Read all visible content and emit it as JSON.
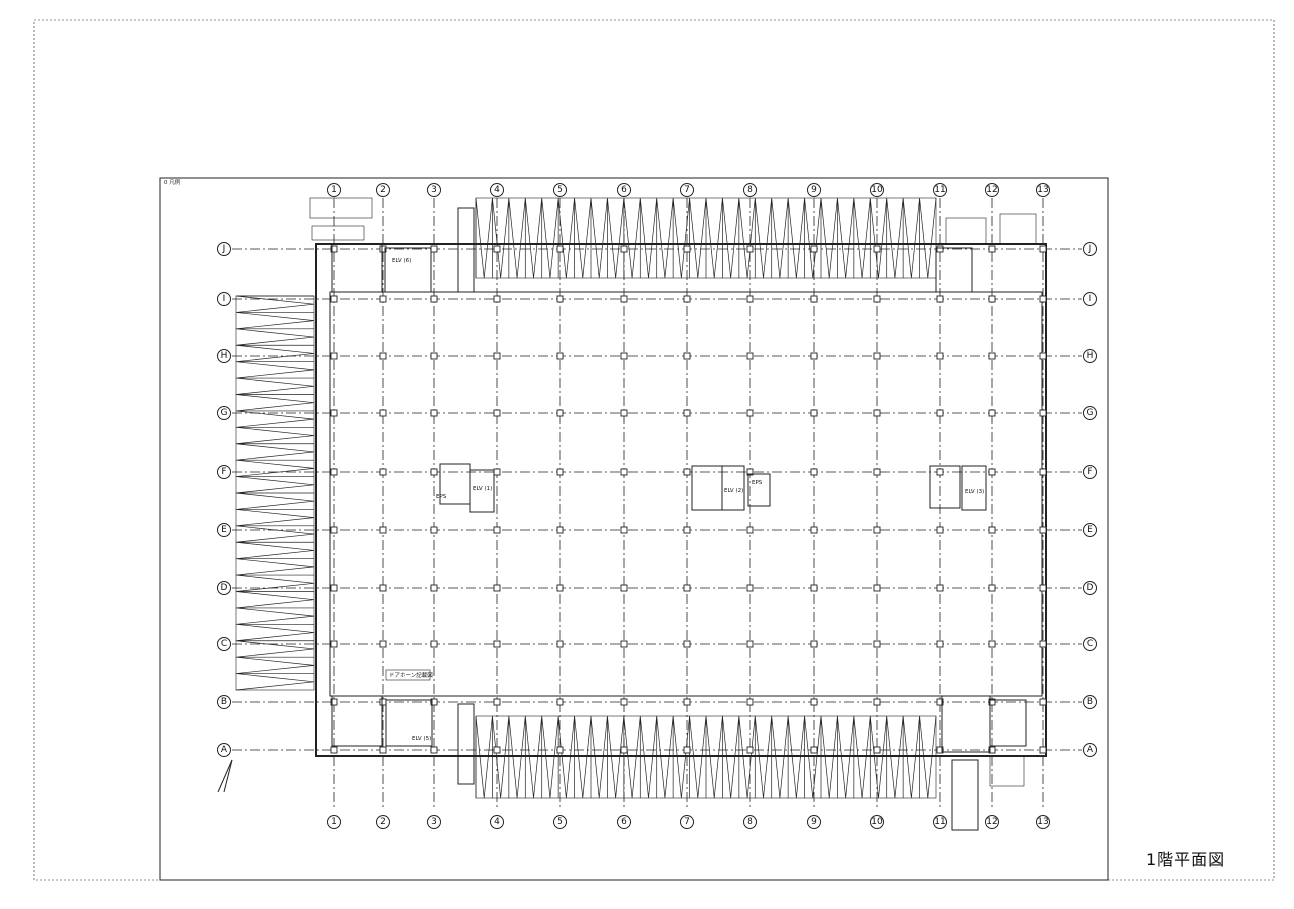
{
  "drawing": {
    "sheet_title": "1階平面図",
    "corner_note": "0 凡例",
    "column_axes": [
      "1",
      "2",
      "3",
      "4",
      "5",
      "6",
      "7",
      "8",
      "9",
      "10",
      "11",
      "12",
      "13"
    ],
    "row_axes": [
      "J",
      "I",
      "H",
      "G",
      "F",
      "E",
      "D",
      "C",
      "B",
      "A"
    ],
    "rooms": {
      "elv_top_left": "ELV (6)",
      "elv_mid_left": "ELV (1)",
      "elv_mid_center": "ELV (2)",
      "elv_mid_right": "ELV (3)",
      "elv_bottom_left": "ELV (5)",
      "eps_left": "EPS",
      "eps_center": "EPS",
      "garage_label": "ドアホーン記載図"
    }
  }
}
